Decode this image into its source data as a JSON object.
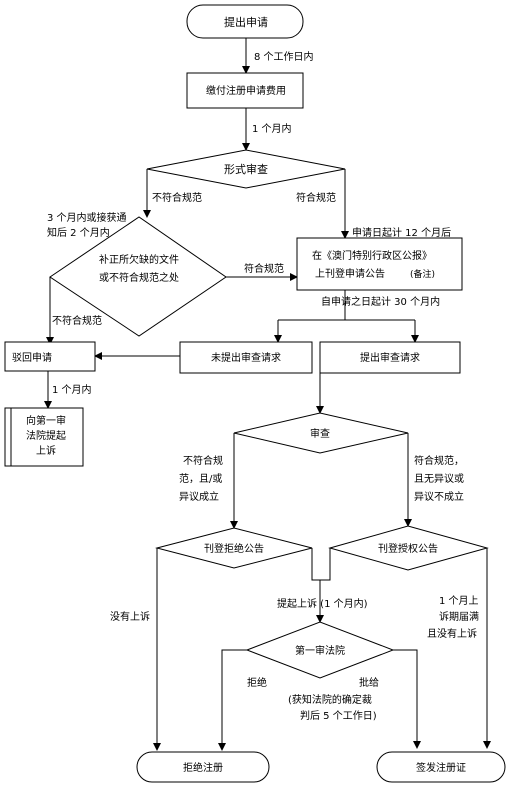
{
  "nodes": {
    "submit": "提出申请",
    "pay_fee": "缴付注册申请费用",
    "formal_review": "形式审查",
    "rectify": [
      "补正所欠缺的文件",
      "或不符合规范之处"
    ],
    "publish_application": [
      "在《澳门特别行政区公报》",
      "上刊登申请公告"
    ],
    "publish_note": "(备注)",
    "reject_application": "驳回申请",
    "appeal_court_1": [
      "向第一审",
      "法院提起",
      "上诉"
    ],
    "no_exam_request": "未提出审查请求",
    "exam_request": "提出审查请求",
    "examination": "审查",
    "publish_refusal": "刊登拒绝公告",
    "publish_grant": "刊登授权公告",
    "first_instance_court": "第一审法院",
    "refuse_registration": "拒绝注册",
    "issue_certificate": "签发注册证"
  },
  "labels": {
    "within_8_days": "8 个工作日内",
    "within_1_month_a": "1 个月内",
    "nonconforming_a": "不符合规范",
    "conforming_a": "符合规范",
    "within_3_months": [
      "3 个月内或接获通",
      "知后 2 个月内"
    ],
    "conforming_b": "符合规范",
    "nonconforming_b": "不符合规范",
    "counted_12_months": "申请日起计 12 个月后",
    "within_30_months": "自申请之日起计 30 个月内",
    "within_1_month_b": "1 个月内",
    "not_conforming_opp": [
      "不符合规",
      "范，且/或",
      "异议成立"
    ],
    "conforming_no_opp": [
      "符合规范，",
      "且无异议或",
      "异议不成立"
    ],
    "no_appeal": "没有上诉",
    "appeal_1_month": "提起上诉 (1 个月内)",
    "appeal_expired": [
      "1 个月上",
      "诉期届满",
      "且没有上诉"
    ],
    "refuse": "拒绝",
    "approve": "批给",
    "approve_note": [
      "(获知法院的确定裁",
      "判后 5 个工作日)"
    ]
  }
}
